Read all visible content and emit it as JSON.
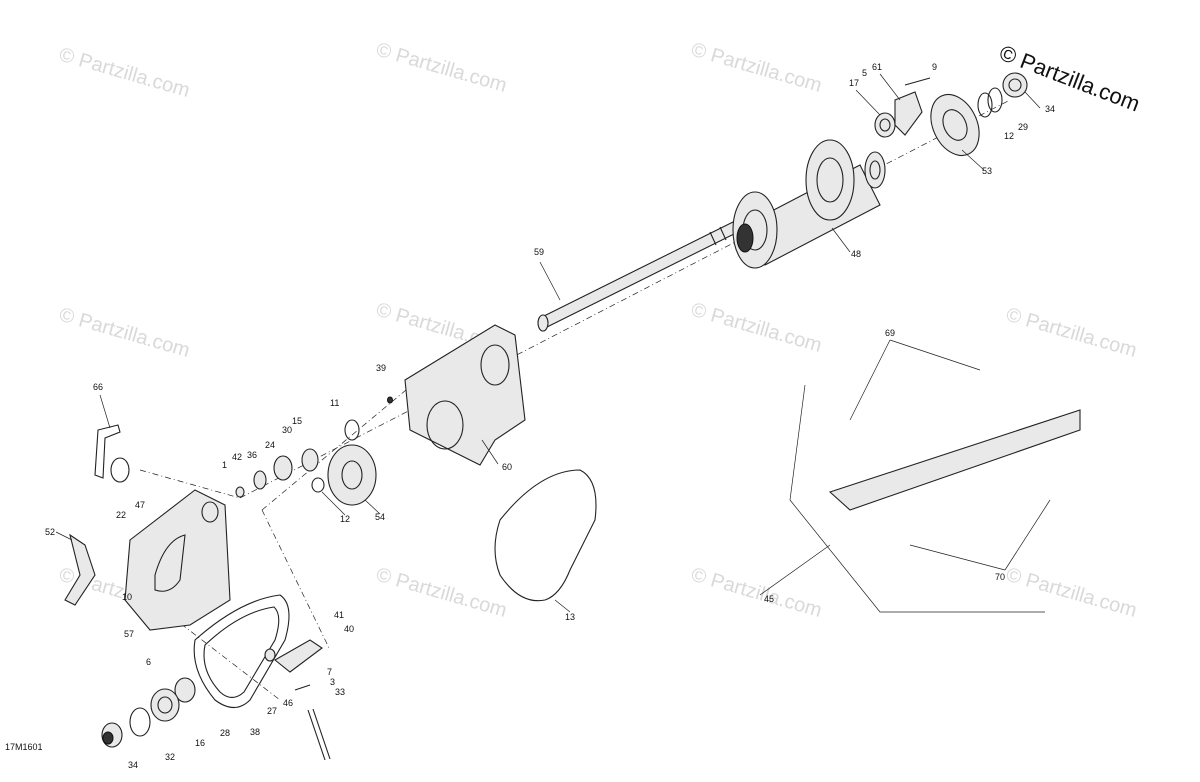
{
  "watermark": {
    "text": "© Partzilla.com"
  },
  "copyright": "© Partzilla.com",
  "drawing_id": "17M1601",
  "callouts": [
    {
      "id": "c66",
      "label": "66"
    },
    {
      "id": "c47",
      "label": "47"
    },
    {
      "id": "c22",
      "label": "22"
    },
    {
      "id": "c52",
      "label": "52"
    },
    {
      "id": "c42",
      "label": "42"
    },
    {
      "id": "c1",
      "label": "1"
    },
    {
      "id": "c36",
      "label": "36"
    },
    {
      "id": "c24",
      "label": "24"
    },
    {
      "id": "c30",
      "label": "30"
    },
    {
      "id": "c15",
      "label": "15"
    },
    {
      "id": "c11",
      "label": "11"
    },
    {
      "id": "c39",
      "label": "39"
    },
    {
      "id": "c12a",
      "label": "12"
    },
    {
      "id": "c54",
      "label": "54"
    },
    {
      "id": "c60",
      "label": "60"
    },
    {
      "id": "c59",
      "label": "59"
    },
    {
      "id": "c48",
      "label": "48"
    },
    {
      "id": "c17",
      "label": "17"
    },
    {
      "id": "c5",
      "label": "5"
    },
    {
      "id": "c61",
      "label": "61"
    },
    {
      "id": "c9",
      "label": "9"
    },
    {
      "id": "c34a",
      "label": "34"
    },
    {
      "id": "c29",
      "label": "29"
    },
    {
      "id": "c12b",
      "label": "12"
    },
    {
      "id": "c53",
      "label": "53"
    },
    {
      "id": "c69",
      "label": "69"
    },
    {
      "id": "c70",
      "label": "70"
    },
    {
      "id": "c45",
      "label": "45"
    },
    {
      "id": "c13",
      "label": "13"
    },
    {
      "id": "c10",
      "label": "10"
    },
    {
      "id": "c57",
      "label": "57"
    },
    {
      "id": "c6",
      "label": "6"
    },
    {
      "id": "c41",
      "label": "41"
    },
    {
      "id": "c40",
      "label": "40"
    },
    {
      "id": "c7",
      "label": "7"
    },
    {
      "id": "c3",
      "label": "3"
    },
    {
      "id": "c33",
      "label": "33"
    },
    {
      "id": "c27",
      "label": "27"
    },
    {
      "id": "c46",
      "label": "46"
    },
    {
      "id": "c28",
      "label": "28"
    },
    {
      "id": "c38",
      "label": "38"
    },
    {
      "id": "c16",
      "label": "16"
    },
    {
      "id": "c32",
      "label": "32"
    },
    {
      "id": "c34b",
      "label": "34"
    }
  ]
}
